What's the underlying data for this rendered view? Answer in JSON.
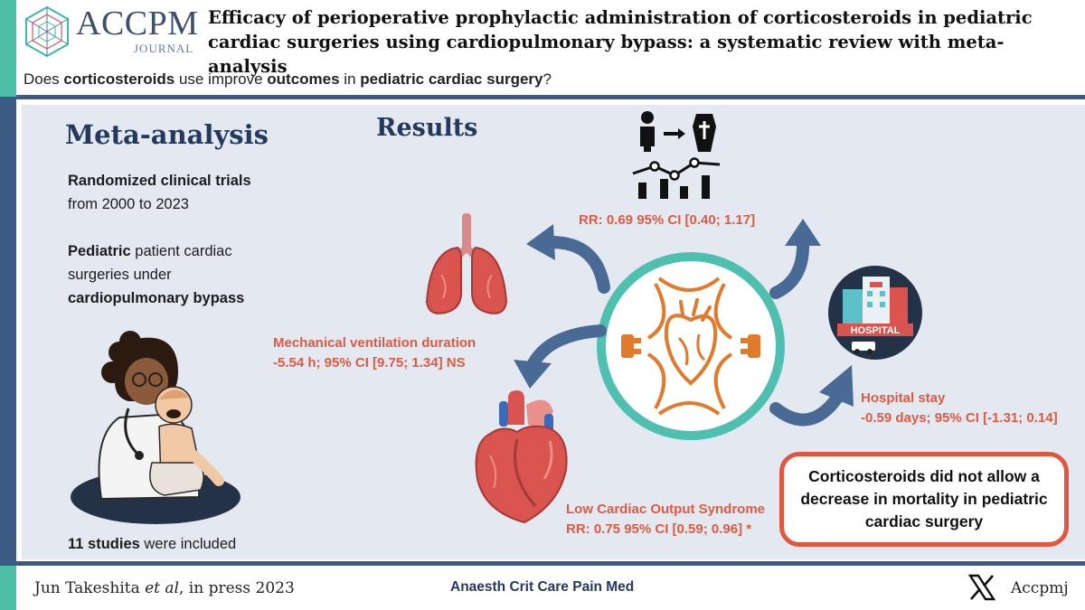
{
  "header": {
    "logo_text": "ACCPM",
    "logo_sub": "JOURNAL",
    "title": "Efficacy of perioperative prophylactic administration of corticosteroids in pediatric cardiac surgeries using cardiopulmonary bypass: a systematic review with meta-analysis"
  },
  "question": {
    "p1": "Does ",
    "b1": "corticosteroids",
    "p2": " use improve ",
    "b2": "outcomes",
    "p3": " in ",
    "b3": "pediatric cardiac surgery",
    "p4": "?"
  },
  "meta": {
    "heading": "Meta-analysis",
    "trials_bold": "Randomized clinical trials",
    "trials_rest": "from 2000 to 2023",
    "patients_bold": "Pediatric",
    "patients_rest1": " patient cardiac",
    "patients_rest2": "surgeries under",
    "patients_bold2": "cardiopulmonary bypass",
    "studies_bold": "11 studies",
    "studies_rest": " were included"
  },
  "results": {
    "heading": "Results",
    "mortality": "RR: 0.69 95% CI [0.40; 1.17]",
    "ventilation_label": "Mechanical ventilation duration",
    "ventilation_value": "-5.54 h; 95% CI [9.75; 1.34] NS",
    "hospital_label": "Hospital stay",
    "hospital_value": "-0.59 days; 95% CI [-1.31; 0.14]",
    "lcos_label": "Low Cardiac Output Syndrome",
    "lcos_value": "RR: 0.75 95% CI [0.59; 0.96] *",
    "hospital_sign": "HOSPITAL"
  },
  "conclusion": "Corticosteroids did not allow a decrease in mortality in pediatric cardiac surgery",
  "footer": {
    "author_pre": "Jun Takeshita ",
    "author_italic": "et al",
    "author_post": ", in press 2023",
    "journal": "Anaesth Crit Care Pain Med",
    "handle": "Accpmj"
  },
  "colors": {
    "teal": "#4dbfa6",
    "navy": "#3c5a86",
    "result_red": "#dd5b42",
    "orange": "#e07a2c",
    "arrow_blue": "#4a6a96"
  }
}
